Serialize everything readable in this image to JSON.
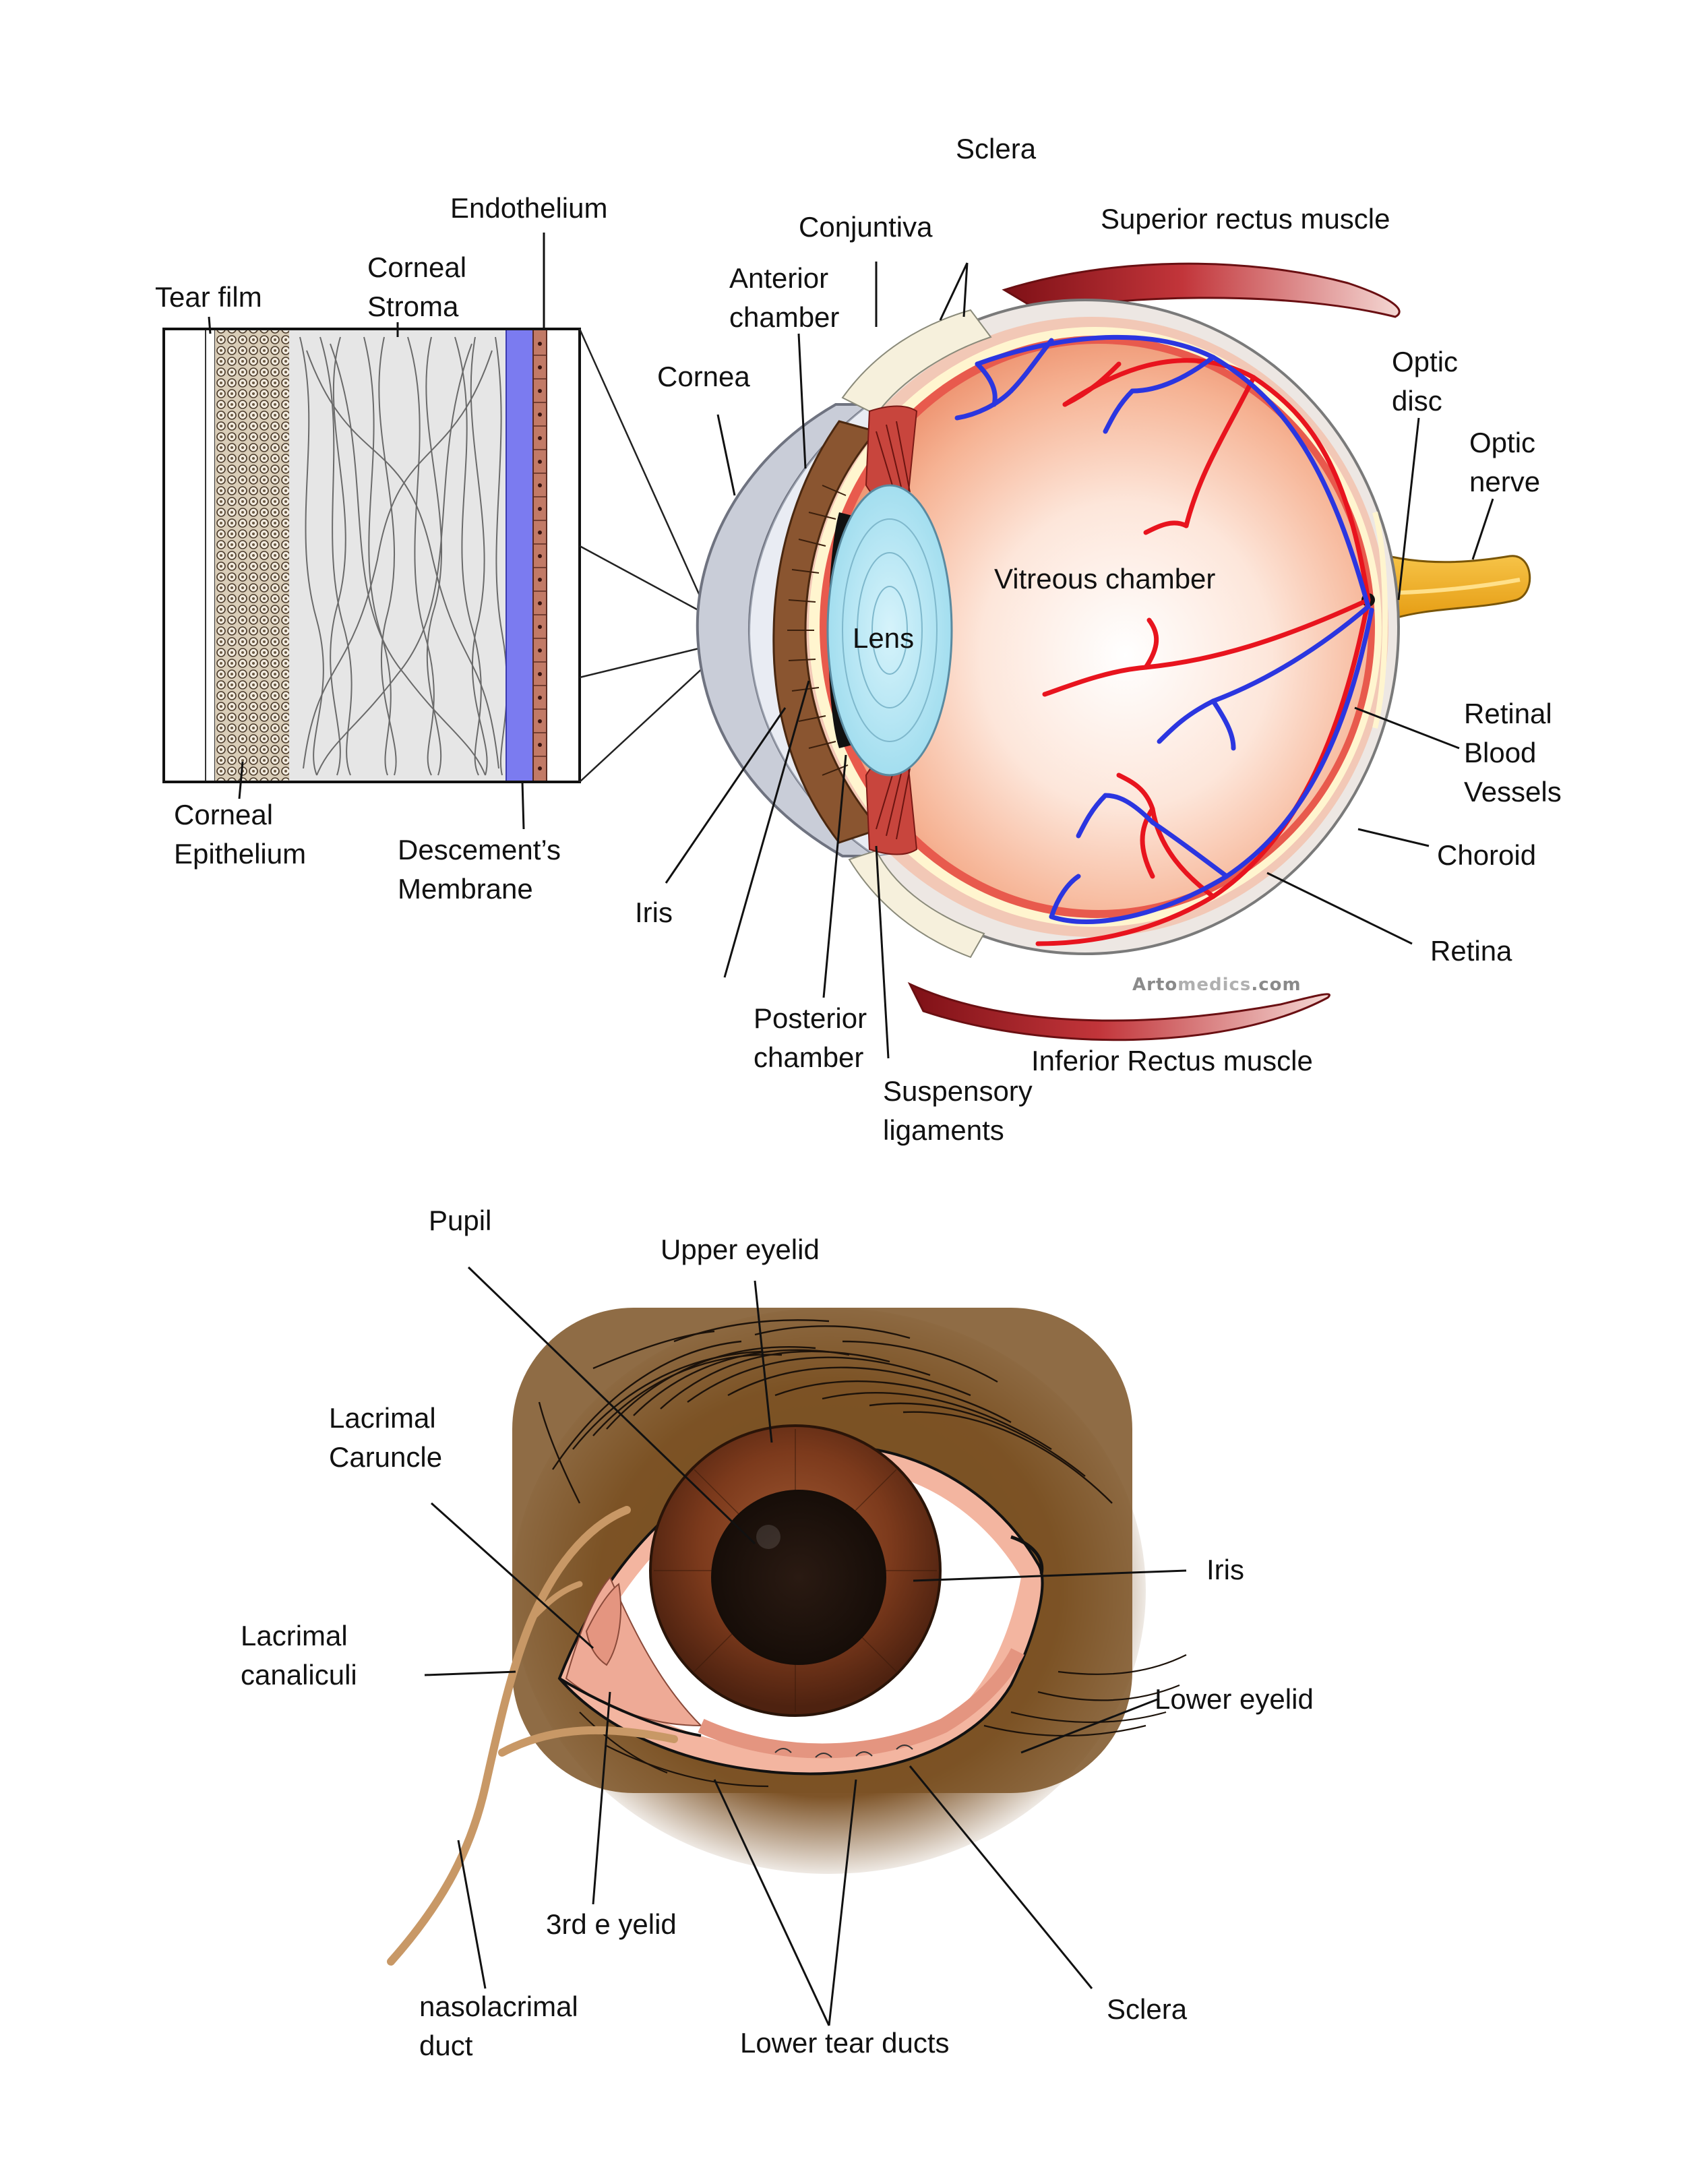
{
  "cross_section": {
    "labels": {
      "sclera": "Sclera",
      "conjuntiva": "Conjuntiva",
      "superior_rectus": "Superior rectus muscle",
      "anterior_chamber_1": "Anterior",
      "anterior_chamber_2": "chamber",
      "cornea": "Cornea",
      "optic_disc_1": "Optic",
      "optic_disc_2": "disc",
      "optic_nerve_1": "Optic",
      "optic_nerve_2": "nerve",
      "vitreous_chamber": "Vitreous chamber",
      "lens": "Lens",
      "retinal_vessels_1": "Retinal",
      "retinal_vessels_2": "Blood",
      "retinal_vessels_3": "Vessels",
      "choroid": "Choroid",
      "retina": "Retina",
      "iris": "Iris",
      "posterior_chamber_1": "Posterior",
      "posterior_chamber_2": "chamber",
      "suspensory_1": "Suspensory",
      "suspensory_2": "ligaments",
      "inferior_rectus": "Inferior Rectus muscle"
    },
    "watermark_main": "Arto",
    "watermark_accent": "medics",
    "watermark_tail": ".com"
  },
  "corneal_layers": {
    "labels": {
      "endothelium": "Endothelium",
      "stroma_1": "Corneal",
      "stroma_2": "Stroma",
      "tear_film": "Tear film",
      "epithelium_1": "Corneal",
      "epithelium_2": "Epithelium",
      "descemet_1": "Descement’s",
      "descemet_2": "Membrane"
    }
  },
  "external_eye": {
    "labels": {
      "pupil": "Pupil",
      "upper_eyelid": "Upper eyelid",
      "caruncle_1": "Lacrimal",
      "caruncle_2": "Caruncle",
      "iris": "Iris",
      "canaliculi_1": "Lacrimal",
      "canaliculi_2": "canaliculi",
      "lower_eyelid": "Lower eyelid",
      "third_eyelid": "3rd e yelid",
      "nasolacrimal_1": "nasolacrimal",
      "nasolacrimal_2": "duct",
      "sclera": "Sclera",
      "lower_tear_ducts": "Lower tear ducts"
    }
  },
  "colors": {
    "vessel_artery": "#e8141e",
    "vessel_vein": "#2b36e0",
    "lens": "#a9e3f2",
    "iris_brown": "#7a4a2a",
    "muscle_red": "#b3262b",
    "optic_nerve": "#f2b624",
    "eyelid_skin": "#f3b5a0",
    "fur_brown": "#7b5225"
  }
}
